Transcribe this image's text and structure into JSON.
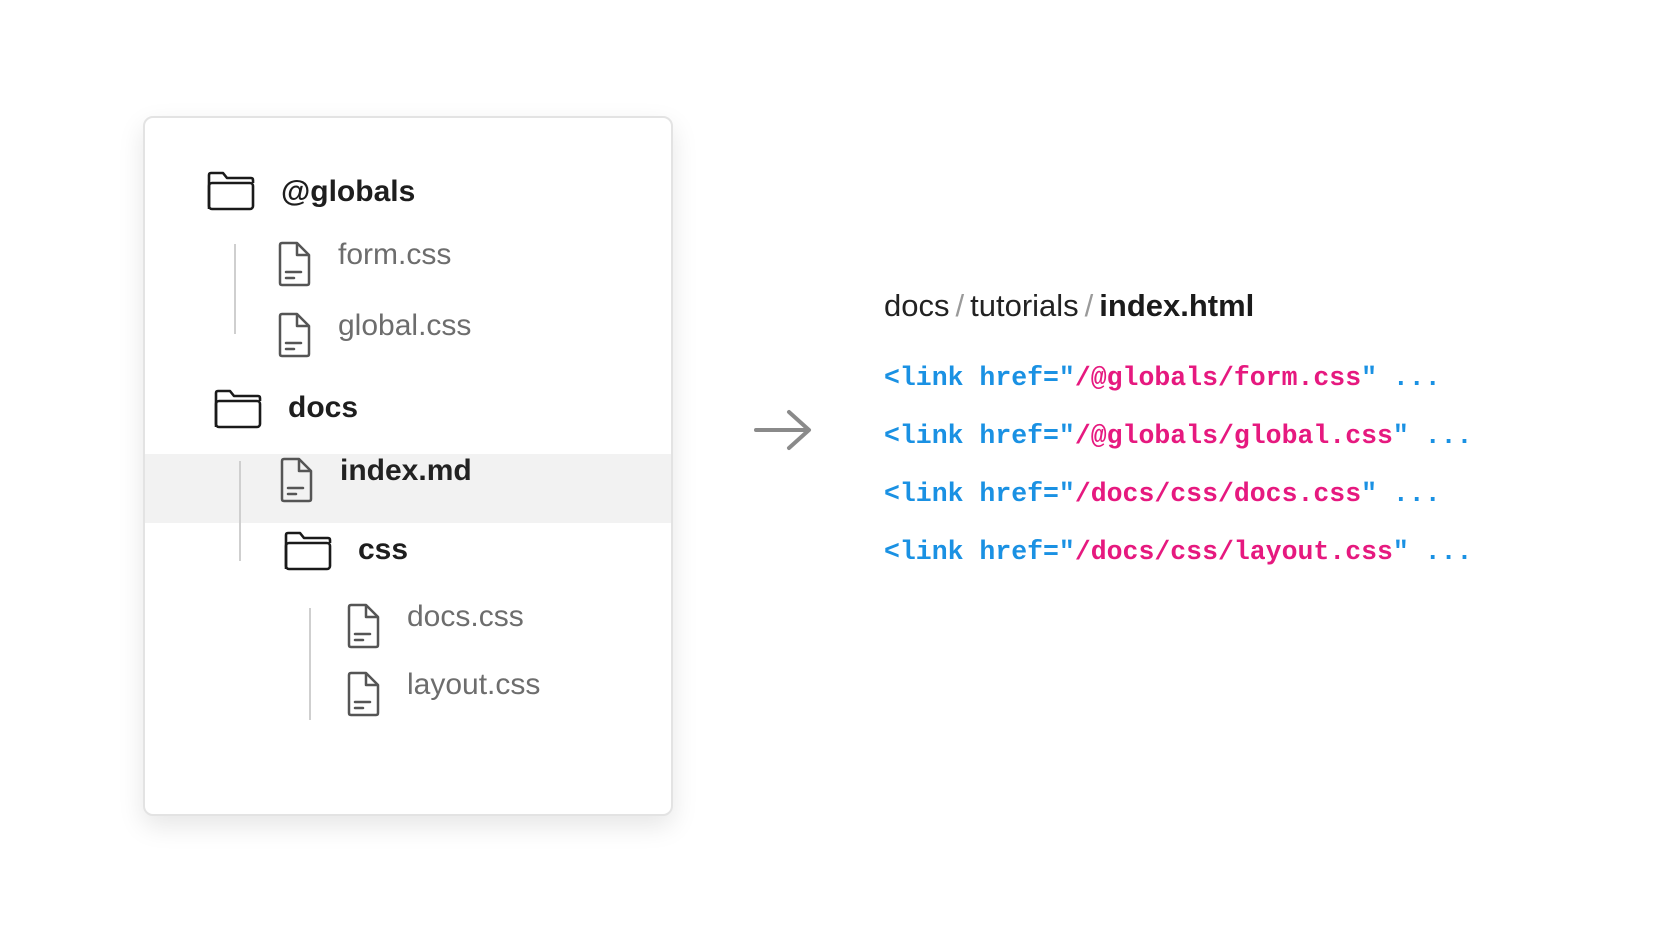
{
  "tree": {
    "globals_folder": "@globals",
    "globals_files": [
      "form.css",
      "global.css"
    ],
    "docs_folder": "docs",
    "docs_active_file": "index.md",
    "css_folder": "css",
    "css_files": [
      "docs.css",
      "layout.css"
    ]
  },
  "breadcrumb": {
    "parts": [
      "docs",
      "tutorials"
    ],
    "separator": "/",
    "current": "index.html"
  },
  "code_lines": [
    {
      "tag": "<link href=\"",
      "path": "/@globals/form.css",
      "close": "\" ..."
    },
    {
      "tag": "<link href=\"",
      "path": "/@globals/global.css",
      "close": "\" ..."
    },
    {
      "tag": "<link href=\"",
      "path": "/docs/css/docs.css",
      "close": "\" ..."
    },
    {
      "tag": "<link href=\"",
      "path": "/docs/css/layout.css",
      "close": "\" ..."
    }
  ],
  "icons": {
    "folder": "folder-icon",
    "file": "file-icon",
    "arrow": "arrow-right-icon"
  },
  "colors": {
    "code_tag": "#1a91e3",
    "code_path": "#e6197f",
    "highlight_row": "#f2f2f2"
  }
}
